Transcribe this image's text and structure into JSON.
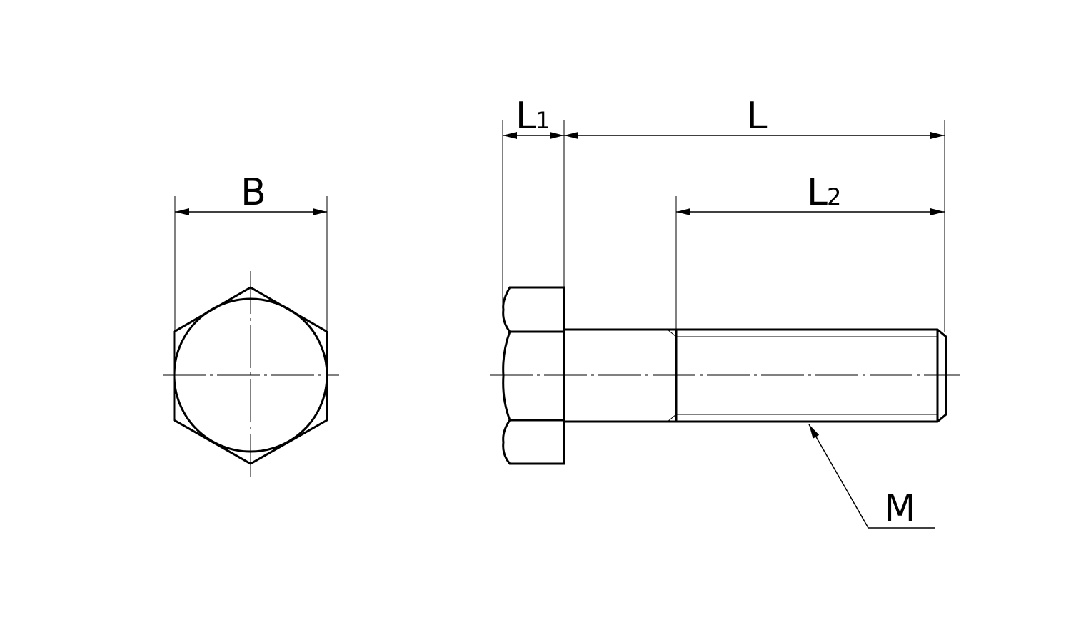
{
  "diagram": {
    "labels": {
      "width_across_flats": "B",
      "head_height_letter": "L",
      "head_height_sub": "1",
      "length": "L",
      "thread_length_letter": "L",
      "thread_length_sub": "2",
      "thread_size": "M"
    },
    "colors": {
      "line": "#000000",
      "background": "#ffffff"
    }
  }
}
